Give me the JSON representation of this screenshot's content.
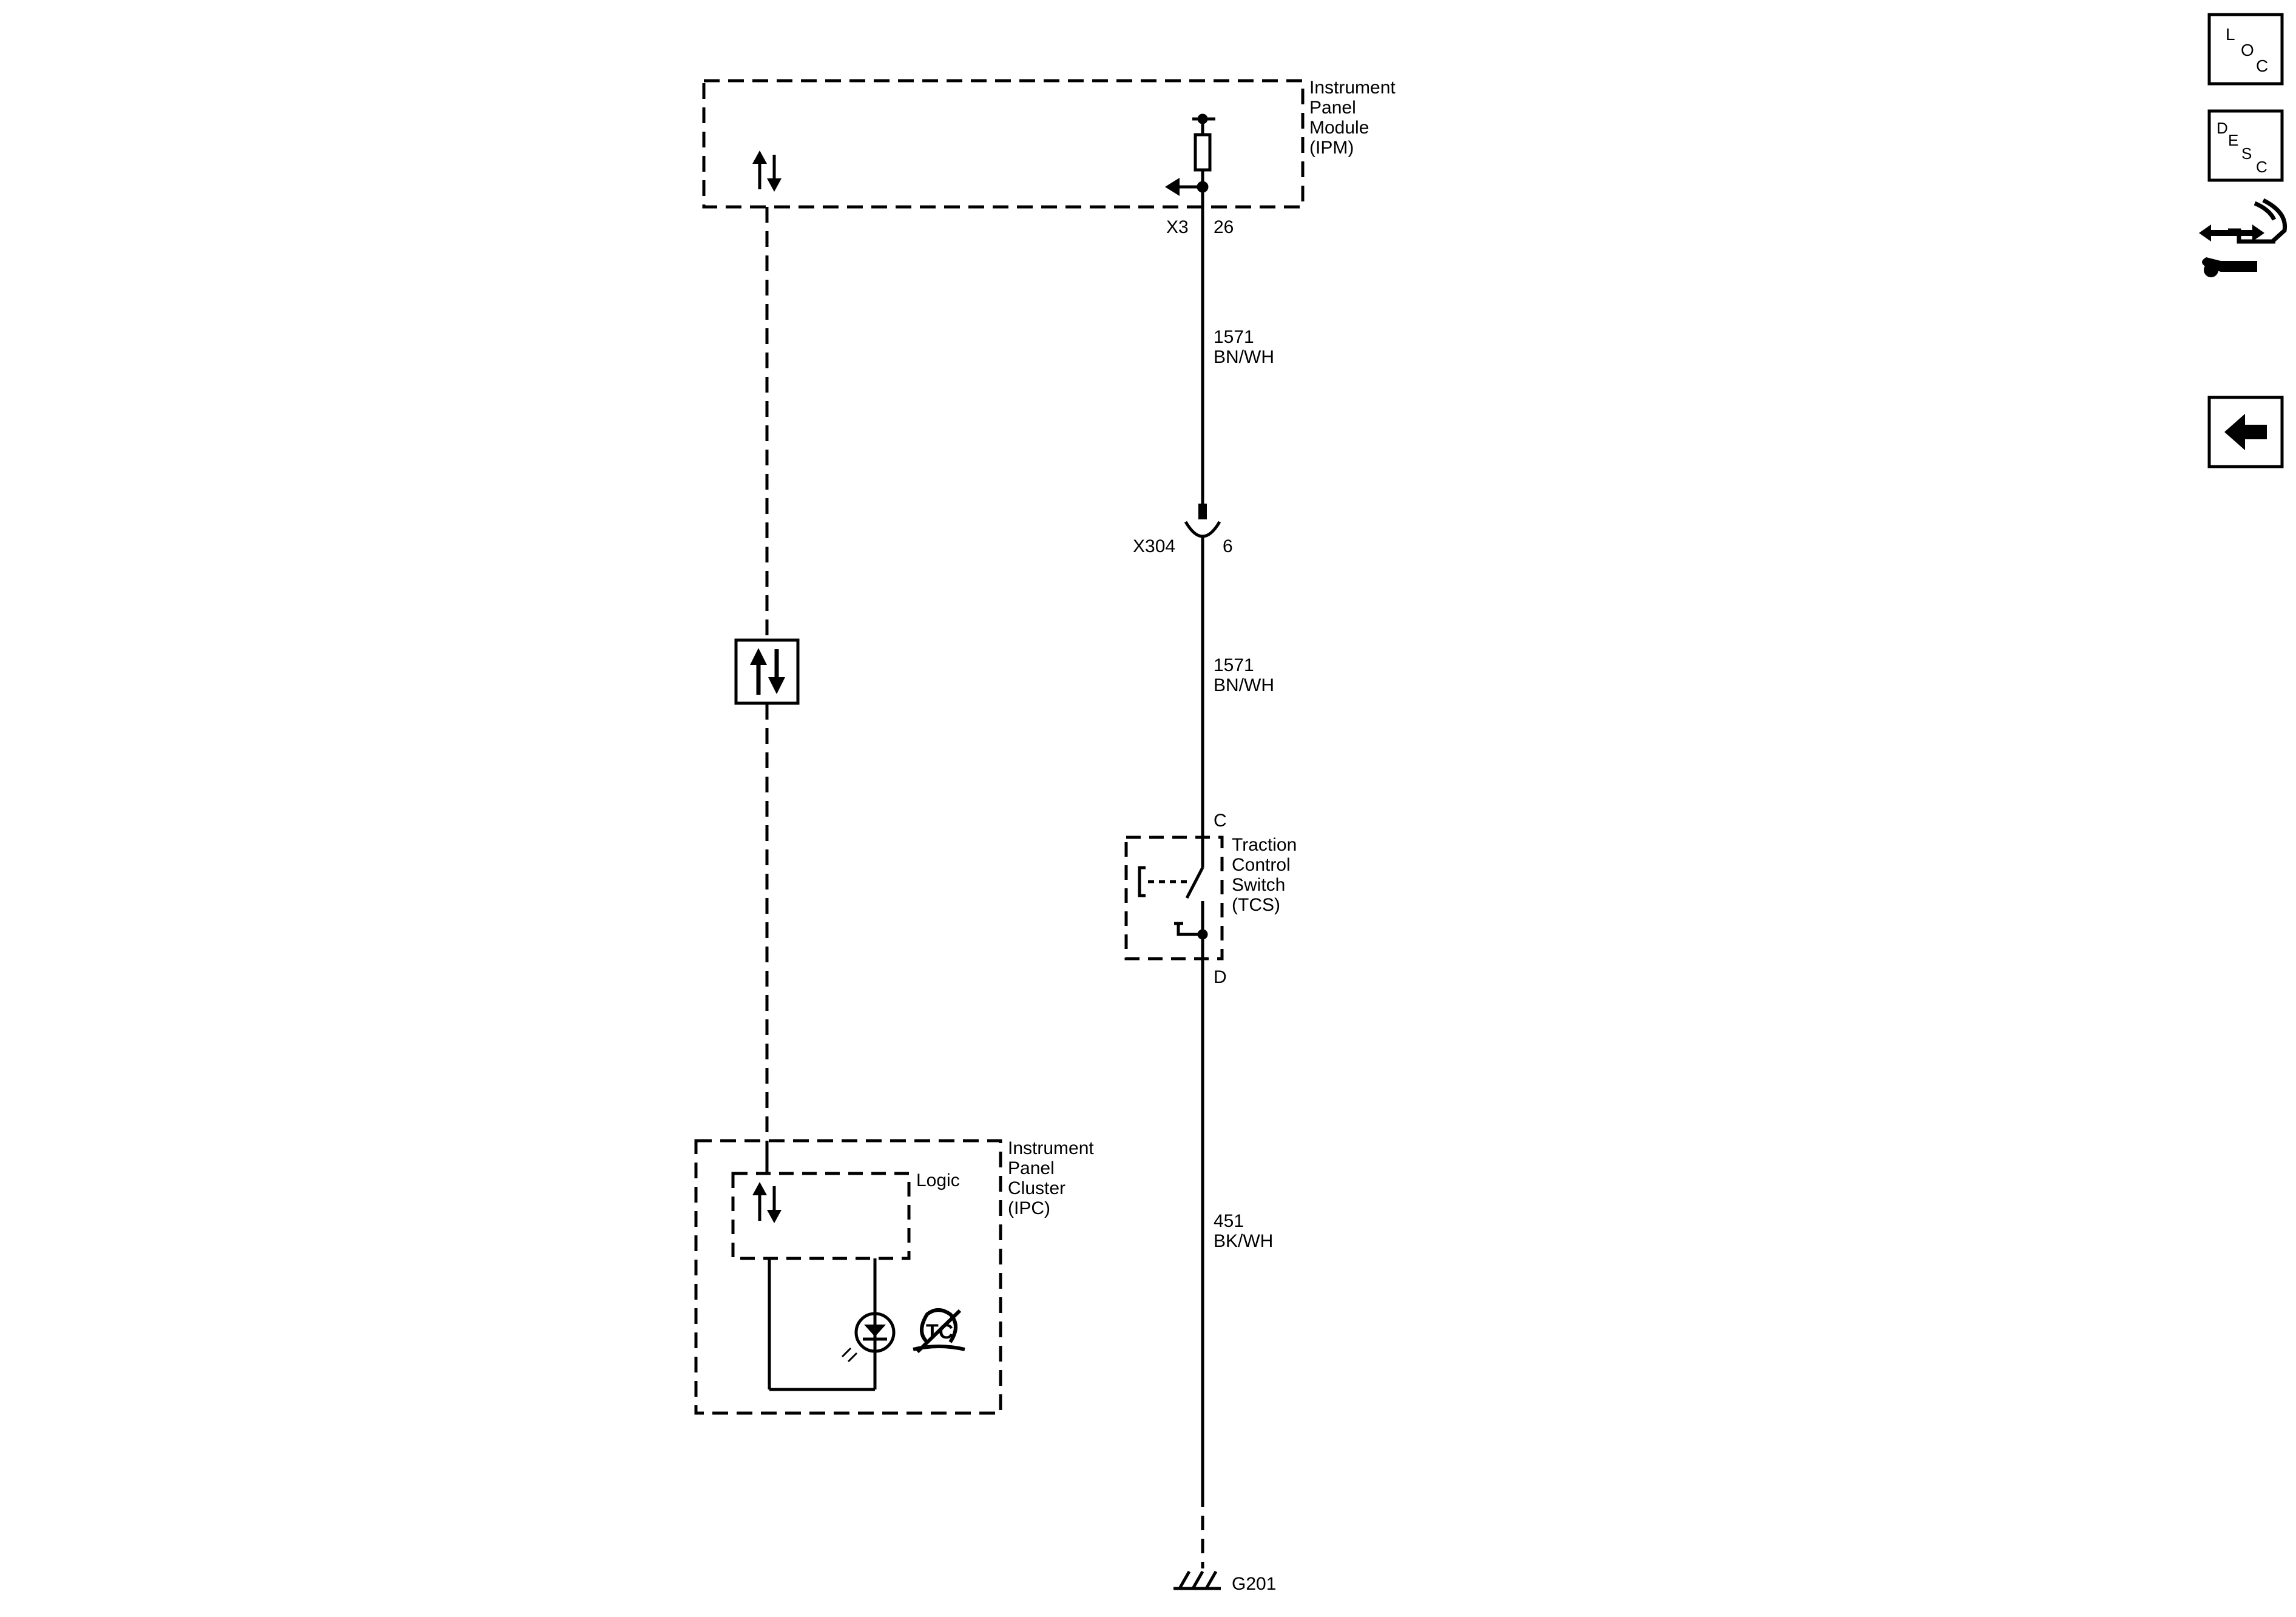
{
  "modules": {
    "ipm": {
      "lines": [
        "Instrument",
        "Panel",
        "Module",
        "(IPM)"
      ]
    },
    "ipc": {
      "lines": [
        "Instrument",
        "Panel",
        "Cluster",
        "(IPC)"
      ],
      "logic": "Logic"
    },
    "tcs": {
      "lines": [
        "Traction",
        "Control",
        "Switch",
        "(TCS)"
      ],
      "terminal_top": "C",
      "terminal_bottom": "D"
    }
  },
  "connectors": {
    "ipm_connector": "X3",
    "ipm_pin": "26",
    "inline_connector": "X304",
    "inline_pin": "6"
  },
  "wires": {
    "upper": {
      "circuit": "1571",
      "color": "BN/WH"
    },
    "middle": {
      "circuit": "1571",
      "color": "BN/WH"
    },
    "lower": {
      "circuit": "451",
      "color": "BK/WH"
    }
  },
  "ground": {
    "label": "G201"
  },
  "sidebar": {
    "loc": {
      "letters": [
        "L",
        "O",
        "C"
      ]
    },
    "desc": {
      "letters": [
        "D",
        "E",
        "S",
        "C"
      ]
    },
    "icons": [
      "connector-repair-icon",
      "back-arrow-icon"
    ]
  }
}
